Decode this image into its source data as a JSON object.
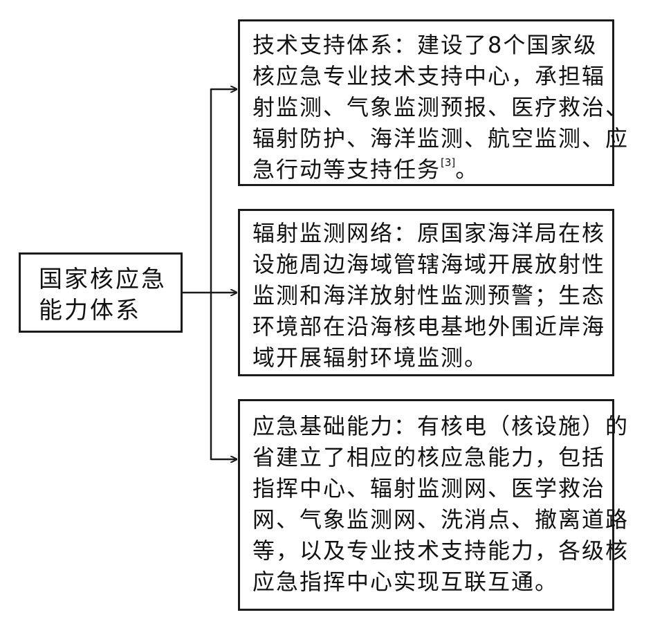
{
  "root": {
    "lines": [
      "国家核应急",
      "能力体系"
    ]
  },
  "branches": [
    {
      "lines": [
        "技术支持体系：建设了8个国家级",
        "核应急专业技术支持中心，承担辐",
        "射监测、气象监测预报、医疗救治、",
        "辐射防护、海洋监测、航空监测、应",
        "急行动等支持任务"
      ],
      "citation": "[3]",
      "tail": "。"
    },
    {
      "lines": [
        "辐射监测网络：原国家海洋局在核",
        "设施周边海域管辖海域开展放射性",
        "监测和海洋放射性监测预警；生态",
        "环境部在沿海核电基地外围近岸海",
        "域开展辐射环境监测。"
      ]
    },
    {
      "lines": [
        "应急基础能力：有核电（核设施）的",
        "省建立了相应的核应急能力，包括",
        "指挥中心、辐射监测网、医学救治",
        "网、气象监测网、洗消点、撤离道路",
        "等，以及专业技术支持能力，各级核",
        "应急指挥中心实现互联互通。"
      ]
    }
  ]
}
